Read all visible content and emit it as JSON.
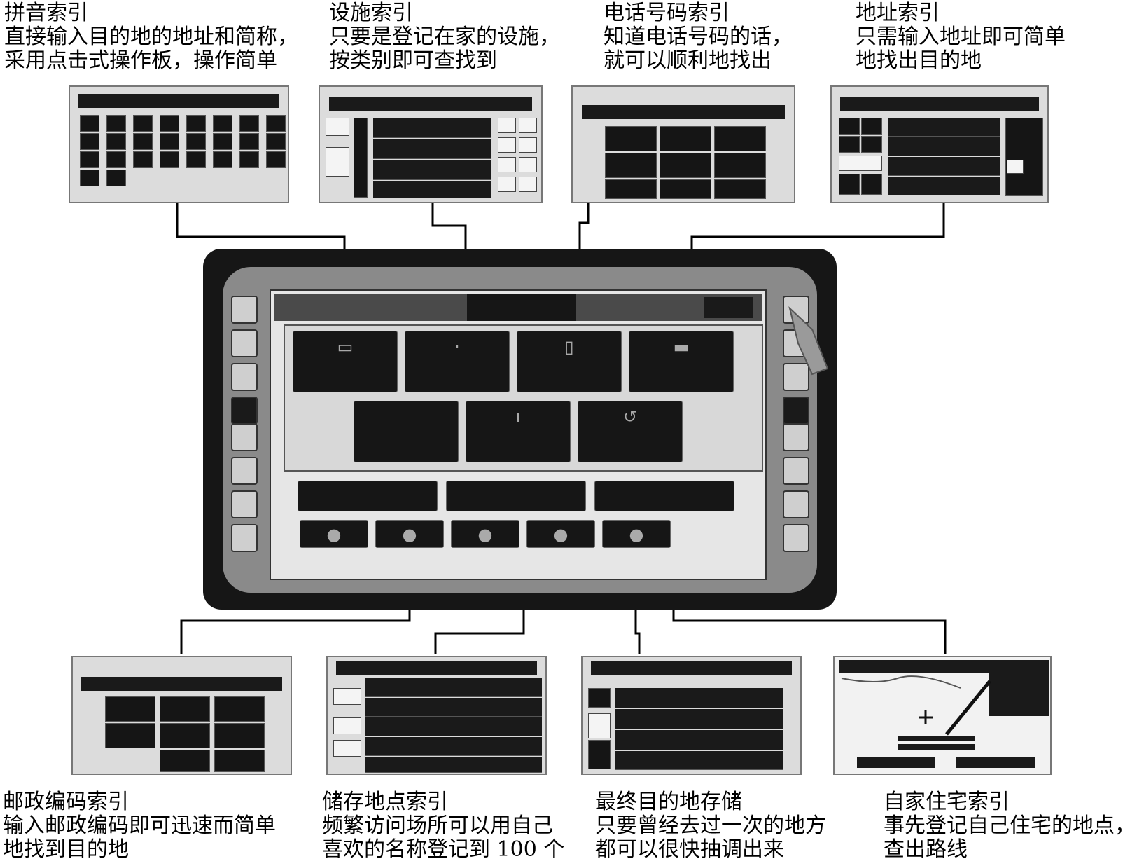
{
  "captions": {
    "pinyin": {
      "title": "拼音索引",
      "lines": [
        "直接输入目的地的地址和简称，",
        "采用点击式操作板，操作简单"
      ]
    },
    "facility": {
      "title": "设施索引",
      "lines": [
        "只要是登记在家的设施，",
        "按类别即可查找到"
      ]
    },
    "phone": {
      "title": "电话号码索引",
      "lines": [
        "知道电话号码的话，",
        "就可以顺利地找出"
      ]
    },
    "address": {
      "title": "地址索引",
      "lines": [
        "只需输入地址即可简单",
        "地找出目的地"
      ]
    },
    "postal": {
      "title": "邮政编码索引",
      "lines": [
        "输入邮政编码即可迅速而简单",
        "地找到目的地"
      ]
    },
    "saved": {
      "title": "储存地点索引",
      "lines": [
        "频繁访问场所可以用自己",
        "喜欢的名称登记到 100 个"
      ]
    },
    "history": {
      "title": "最终目的地存储",
      "lines": [
        "只要曾经去过一次的地方",
        "都可以很快抽调出来"
      ]
    },
    "home": {
      "title": "自家住宅索引",
      "lines": [
        "事先登记自己住宅的地点，",
        "查出路线"
      ]
    }
  },
  "colors": {
    "shell": "#161616",
    "frame": "#8a8a8a",
    "screen": "#e6e6e6",
    "button": "#161616",
    "line": "#000000"
  },
  "icons": {
    "pinyin_button": "book-icon",
    "facility_button": "building-icon",
    "phone_button": "phone-icon",
    "address_button": "map-icon",
    "history_button": "pin-icon"
  }
}
